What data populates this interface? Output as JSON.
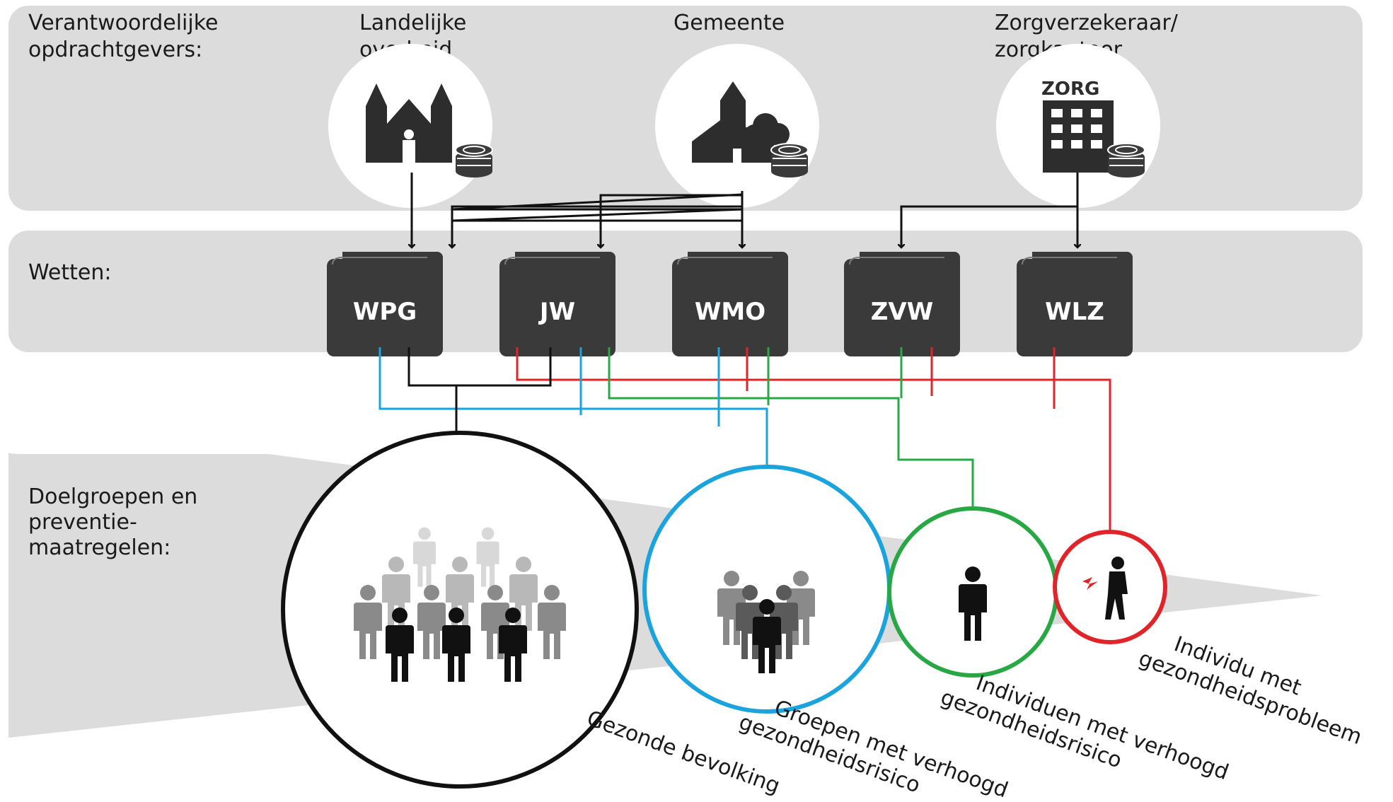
{
  "sections": {
    "opdrachtgevers": {
      "label_line1": "Verantwoordelijke",
      "label_line2": "opdrachtgevers:"
    },
    "wetten": {
      "label": "Wetten:"
    },
    "doelgroepen": {
      "label_line1": "Doelgroepen en",
      "label_line2": "preventie-",
      "label_line3": "maatregelen:"
    }
  },
  "funders": [
    {
      "line1": "Landelijke",
      "line2": "overheid",
      "icon": "church-coins-icon"
    },
    {
      "line1": "Gemeente",
      "line2": "",
      "icon": "townhall-coins-icon"
    },
    {
      "line1": "Zorgverzekeraar/",
      "line2": "zorgkantoor",
      "icon": "office-coins-icon",
      "sign": "ZORG"
    }
  ],
  "laws": [
    "WPG",
    "JW",
    "WMO",
    "ZVW",
    "WLZ"
  ],
  "targets": [
    {
      "line1": "Gezonde bevolking",
      "line2": "",
      "color": "#111111"
    },
    {
      "line1": "Groepen met verhoogd",
      "line2": "gezondheidsrisico",
      "color": "#1aa3dc"
    },
    {
      "line1": "Individuen met verhoogd",
      "line2": "gezondheidsrisico",
      "color": "#27a844"
    },
    {
      "line1": "Individu met",
      "line2": "gezondheidsprobleem",
      "color": "#e0242a"
    }
  ],
  "colors": {
    "panel": "#dcdcdc",
    "book": "#3a3a3a",
    "blue": "#1aa3dc",
    "green": "#27a844",
    "red": "#e0242a",
    "black": "#111111"
  }
}
